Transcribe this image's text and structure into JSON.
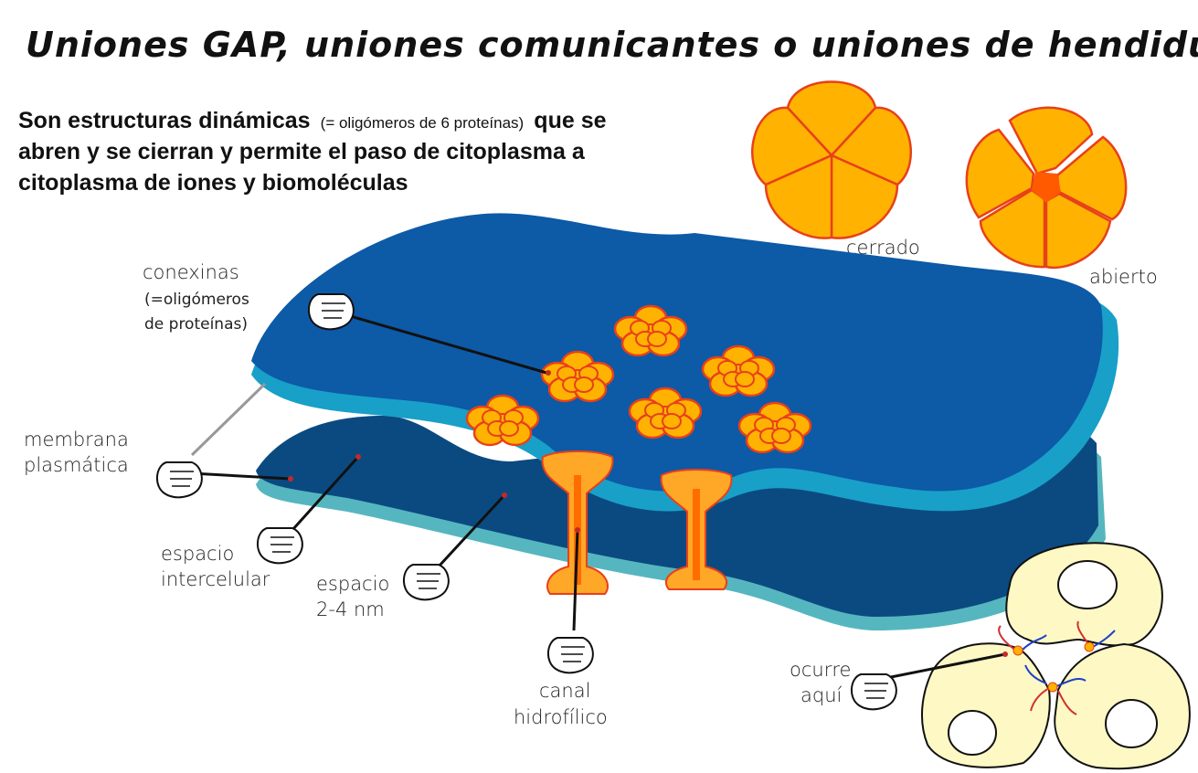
{
  "title": "Uniones GAP, uniones comunicantes o uniones de hendidura",
  "intro": {
    "line1_a": "Son estructuras dinámicas",
    "line1_b": "(= oligómeros de 6 proteínas)",
    "line1_c": "que se",
    "line2": "abren y se cierran y permite el paso de citoplasma a",
    "line3": "citoplasma de iones y biomoléculas"
  },
  "states": {
    "closed": "cerrado",
    "open": "abierto"
  },
  "labels": {
    "conexinas_1": "conexinas",
    "conexinas_2": "(=oligómeros",
    "conexinas_3": "de proteínas)",
    "membrana_1": "membrana",
    "membrana_2": "plasmática",
    "espacio_inter_1": "espacio",
    "espacio_inter_2": "intercelular",
    "espacio_nm_1": "espacio",
    "espacio_nm_2": "2-4 nm",
    "canal_1": "canal",
    "canal_2": "hidrofílico",
    "ocurre_1": "ocurre",
    "ocurre_2": "aquí"
  },
  "colors": {
    "membrane_top": "#0d5aa7",
    "membrane_top_edge": "#18a0c8",
    "membrane_bottom": "#0b4a80",
    "membrane_bottom_edge": "#56b6c0",
    "connexin": "#ffb300",
    "connexin_stroke": "#e8401b",
    "cell_fill": "#fdf8c4"
  }
}
